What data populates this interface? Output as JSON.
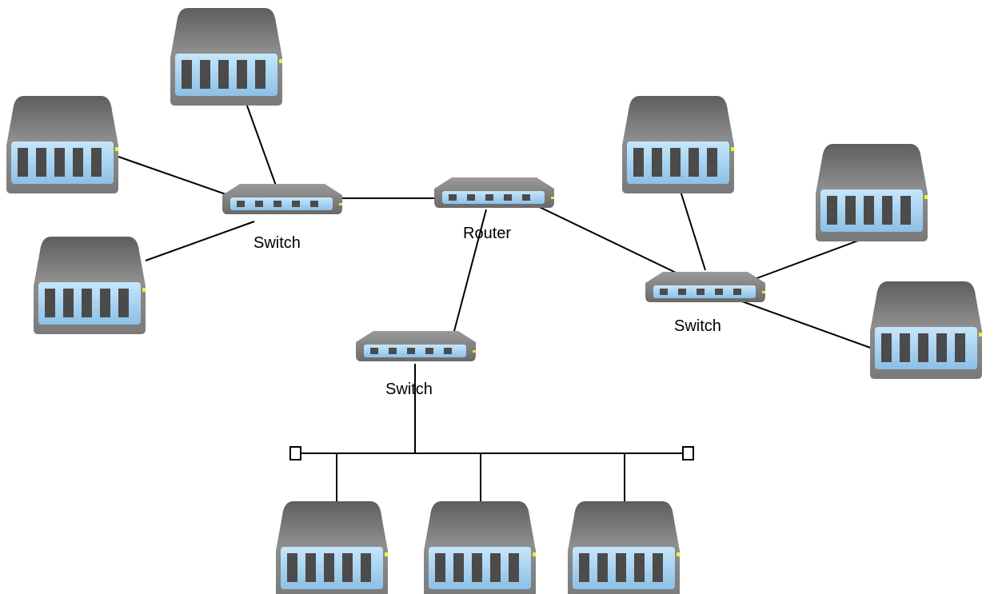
{
  "labels": {
    "router": "Router",
    "switch_left": "Switch",
    "switch_right": "Switch",
    "switch_bottom": "Switch"
  },
  "colors": {
    "background": "#ffffff",
    "line": "#000000",
    "device_body": "#8c8c8c",
    "port_panel": "#a8d4f0",
    "port": "#505050",
    "led": "#d8ff30"
  },
  "icons": {
    "router": "router-icon",
    "switch": "switch-icon",
    "host": "host-device-icon",
    "bus_terminator": "bus-terminator-icon"
  }
}
